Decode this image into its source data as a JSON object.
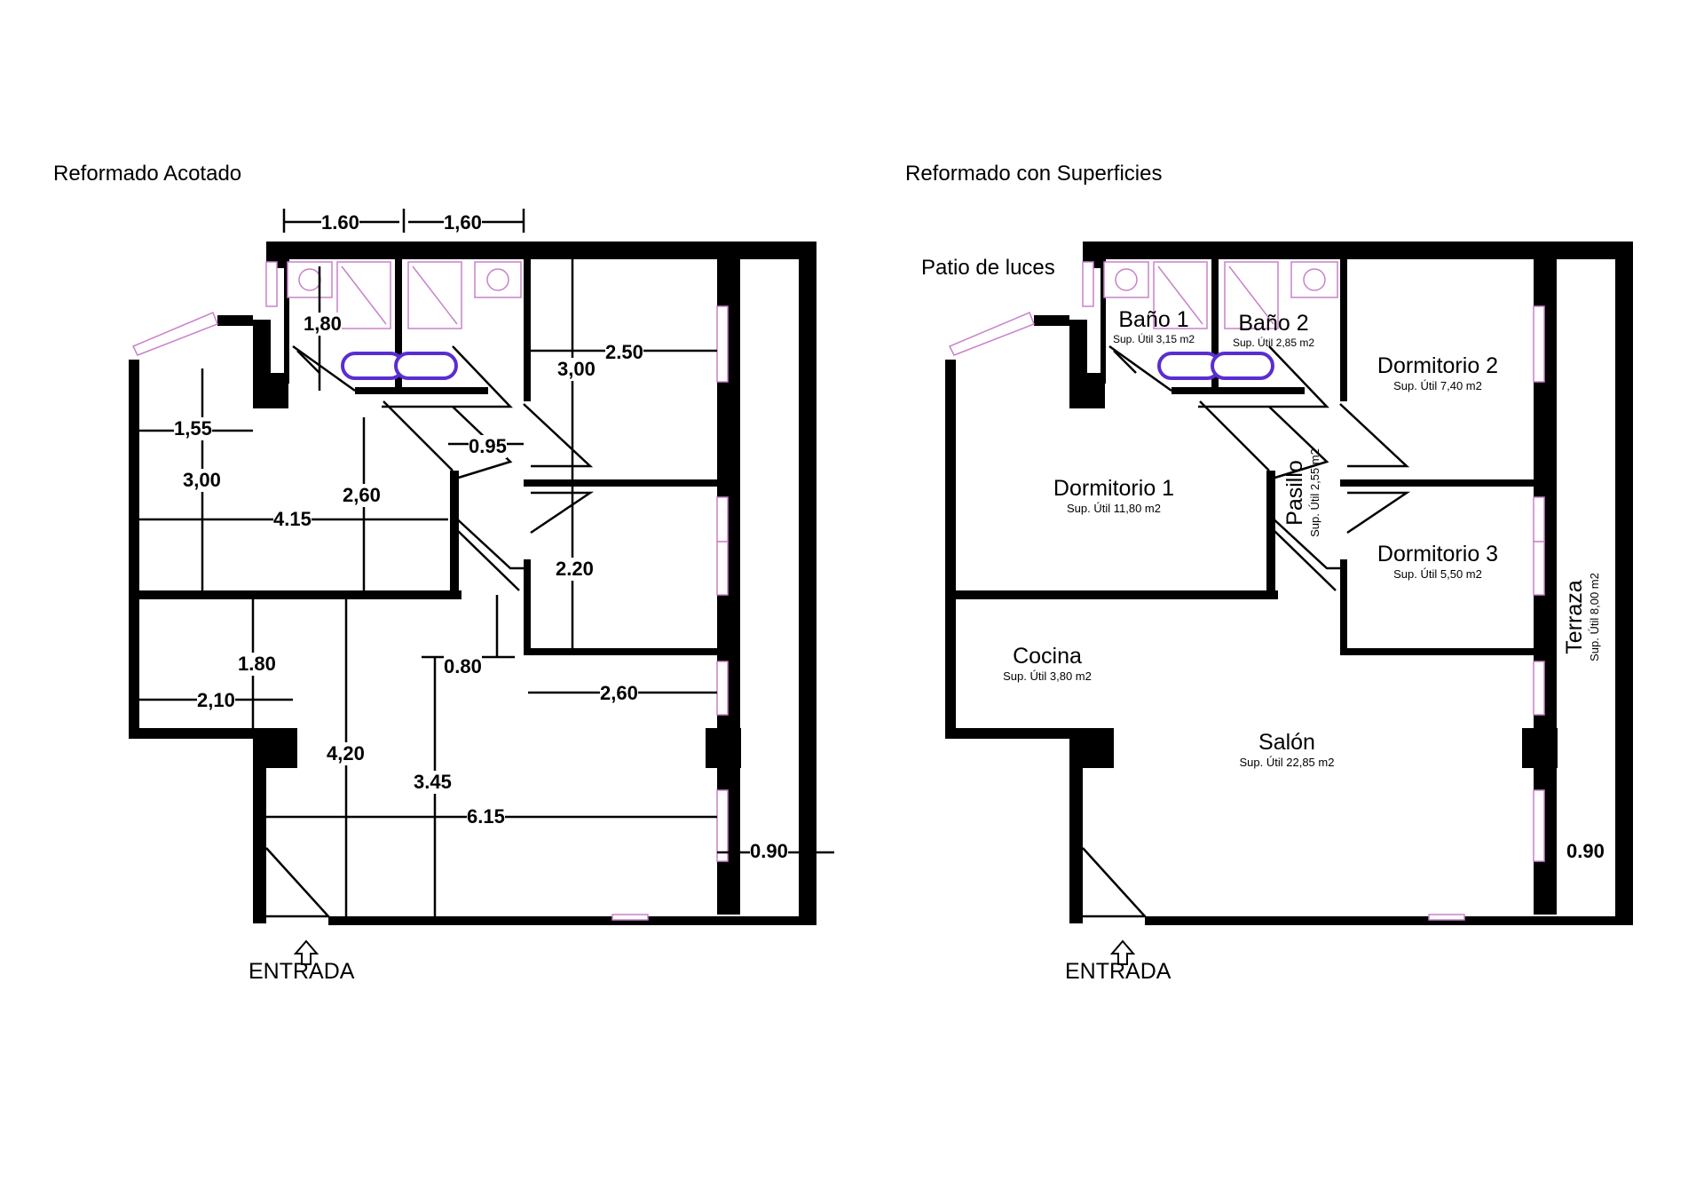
{
  "left": {
    "title": "Reformado Acotado",
    "dims": {
      "top_a": "1.60",
      "top_b": "1,60",
      "bath_h": "1,80",
      "d1_w": "1,55",
      "d1_h": "3,00",
      "d1_w2": "4.15",
      "hall_h": "2,60",
      "door_095": "0.95",
      "d2_h": "3,00",
      "d2_w": "2.50",
      "d3_h": "2.20",
      "k_h": "1.80",
      "k_w": "2,10",
      "door_080": "0.80",
      "s_w1": "2,60",
      "s_h1": "4,20",
      "s_h2": "3.45",
      "s_w2": "6.15",
      "terr_w": "0.90"
    },
    "entrance": "ENTRADA"
  },
  "right": {
    "title": "Reformado con Superficies",
    "patio": "Patio de luces",
    "rooms": {
      "bano1": {
        "name": "Baño 1",
        "area": "Sup. Útil 3,15 m2"
      },
      "bano2": {
        "name": "Baño 2",
        "area": "Sup. Útil 2,85 m2"
      },
      "dorm1": {
        "name": "Dormitorio 1",
        "area": "Sup. Útil 11,80 m2"
      },
      "dorm2": {
        "name": "Dormitorio 2",
        "area": "Sup. Útil 7,40 m2"
      },
      "dorm3": {
        "name": "Dormitorio 3",
        "area": "Sup. Útil 5,50 m2"
      },
      "pasillo": {
        "name": "Pasillo",
        "area": "Sup. Útil 2,55 m2"
      },
      "cocina": {
        "name": "Cocina",
        "area": "Sup. Útil 3,80 m2"
      },
      "salon": {
        "name": "Salón",
        "area": "Sup. Útil 22,85 m2"
      },
      "terraza": {
        "name": "Terraza",
        "area": "Sup. Útil 8,00 m2"
      }
    },
    "terr_w": "0.90",
    "entrance": "ENTRADA"
  },
  "colors": {
    "wall": "#000000",
    "window": "#c882c8",
    "fixture": "#5a2dd2"
  }
}
